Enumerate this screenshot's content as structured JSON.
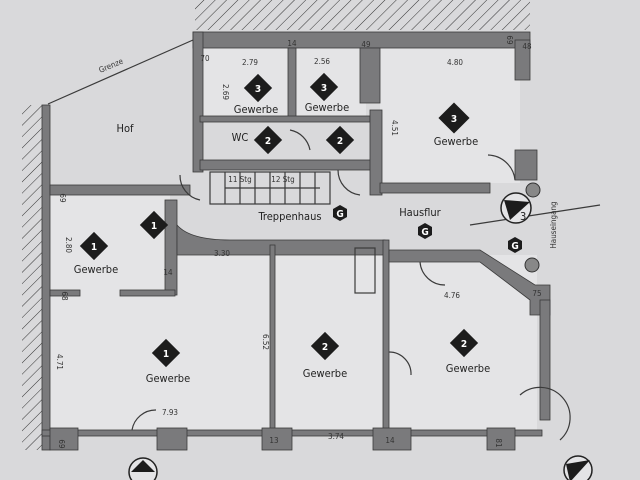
{
  "colors": {
    "paper": "#d9d9db",
    "wall": "#7a7a7c",
    "marker": "#1c1c1c"
  },
  "labels": {
    "hof": "Hof",
    "grenze": "Grenze",
    "treppenhaus": "Treppenhaus",
    "hausflur": "Hausflur",
    "hauseingang": "Hauseingang",
    "wc": "WC",
    "gewerbe": "Gewerbe",
    "stg11": "11 Stg",
    "stg12": "12 Stg",
    "g": "G"
  },
  "unit_markers": {
    "one": "1",
    "two": "2",
    "three": "3"
  },
  "section_marker": "3",
  "dimensions": {
    "d70": "70",
    "d14a": "14",
    "d49": "49",
    "d69a": "69",
    "d48": "48",
    "d279": "2.79",
    "d256": "2.56",
    "d480": "4.80",
    "d269": "2.69",
    "d451": "4.51",
    "d69b": "69",
    "d280": "2.80",
    "d14b": "14",
    "d330": "3.30",
    "d68": "68",
    "d471": "4.71",
    "d652": "6.52",
    "d476": "4.76",
    "d75": "75",
    "d793": "7.93",
    "d374": "3.74",
    "d69c": "69",
    "d13": "13",
    "d14c": "14",
    "d81": "81"
  }
}
